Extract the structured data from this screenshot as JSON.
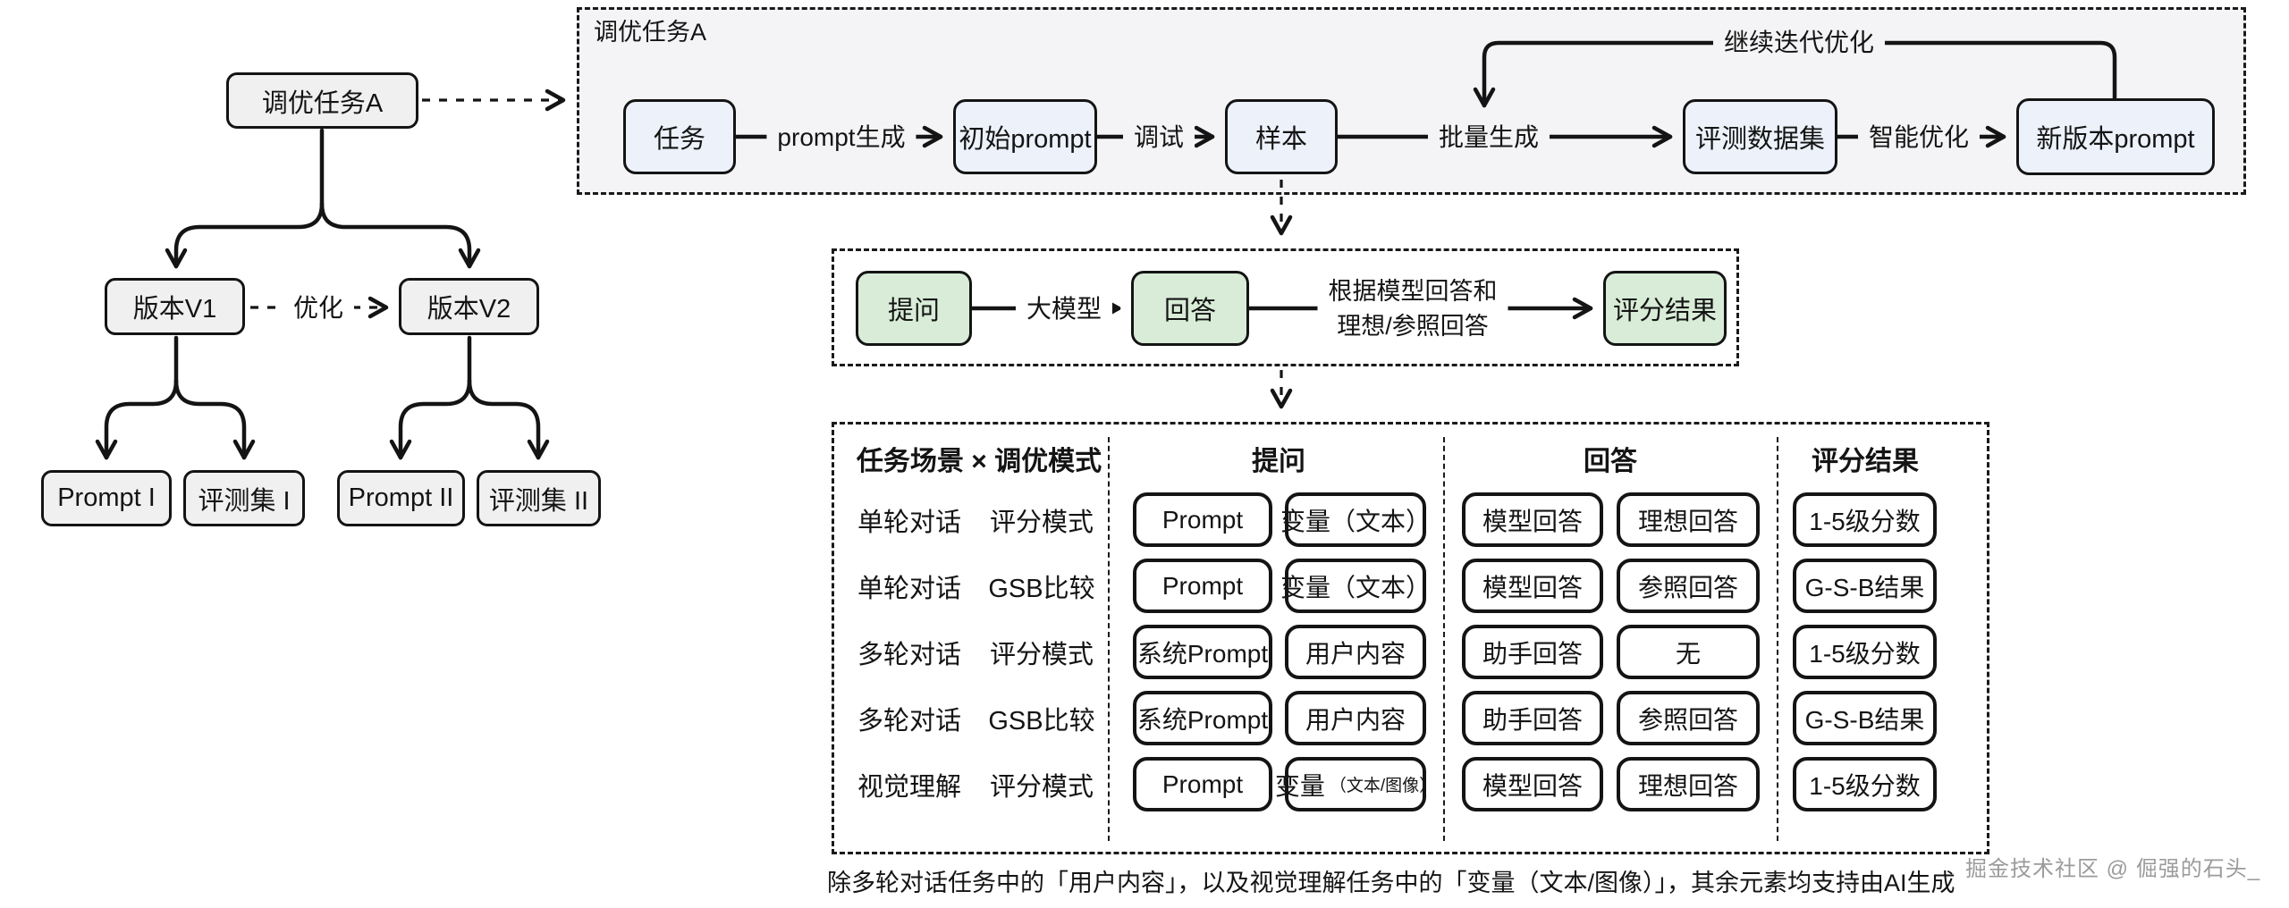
{
  "colors": {
    "page_bg": "#ffffff",
    "container_fill": "#f4f4f6",
    "node_blue": "#ecf1fa",
    "node_gray": "#f0f0f1",
    "node_green": "#d8ecd7",
    "line": "#141414",
    "watermark_gray": "#9b9b9b"
  },
  "left_tree": {
    "root": "调优任务A",
    "v1": "版本V1",
    "v2": "版本V2",
    "optimize_label": "优化",
    "leaves": [
      "Prompt I",
      "评测集 I",
      "Prompt II",
      "评测集 II"
    ]
  },
  "top_flow": {
    "title": "调优任务A",
    "task": "任务",
    "gen_label": "prompt生成",
    "initial_prompt": "初始prompt",
    "debug_label": "调试",
    "sample": "样本",
    "batch_label": "批量生成",
    "eval_dataset": "评测数据集",
    "smart_label": "智能优化",
    "new_prompt": "新版本prompt",
    "iterate_label": "继续迭代优化"
  },
  "mid_flow": {
    "ask": "提问",
    "model_label": "大模型",
    "answer": "回答",
    "basis_line1": "根据模型回答和",
    "basis_line2": "理想/参照回答",
    "result": "评分结果"
  },
  "table": {
    "header_scene_mode": "任务场景 × 调优模式",
    "header_ask": "提问",
    "header_answer": "回答",
    "header_result": "评分结果",
    "rows": [
      {
        "scene": "单轮对话",
        "mode": "评分模式",
        "q1": "Prompt",
        "q2": "变量（文本）",
        "a1": "模型回答",
        "a2": "理想回答",
        "r": "1-5级分数"
      },
      {
        "scene": "单轮对话",
        "mode": "GSB比较",
        "q1": "Prompt",
        "q2": "变量（文本）",
        "a1": "模型回答",
        "a2": "参照回答",
        "r": "G-S-B结果"
      },
      {
        "scene": "多轮对话",
        "mode": "评分模式",
        "q1": "系统Prompt",
        "q2": "用户内容",
        "a1": "助手回答",
        "a2": "无",
        "r": "1-5级分数"
      },
      {
        "scene": "多轮对话",
        "mode": "GSB比较",
        "q1": "系统Prompt",
        "q2": "用户内容",
        "a1": "助手回答",
        "a2": "参照回答",
        "r": "G-S-B结果"
      },
      {
        "scene": "视觉理解",
        "mode": "评分模式",
        "q1": "Prompt",
        "q2": "变量",
        "q2_small": "（文本/图像）",
        "a1": "模型回答",
        "a2": "理想回答",
        "r": "1-5级分数"
      }
    ],
    "footnote": "除多轮对话任务中的「用户内容」，以及视觉理解任务中的「变量（文本/图像）」，其余元素均支持由AI生成"
  },
  "watermark": "掘金技术社区 @ 倔强的石头_"
}
